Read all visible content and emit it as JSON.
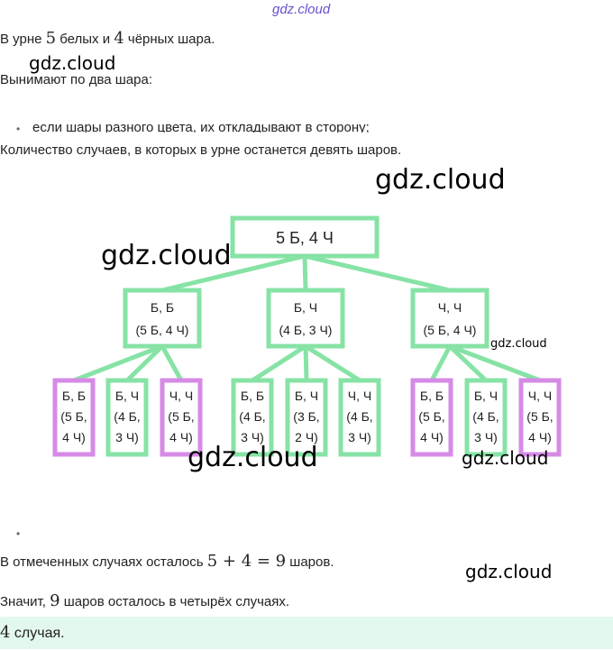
{
  "watermark": "gdz.cloud",
  "intro": {
    "prefix": "В урне ",
    "white": "5",
    "mid": " белых и ",
    "black": "4",
    "suffix": " чёрных шара."
  },
  "draw_rule": "Вынимают по два шара:",
  "bullet_text": "если шары разного цвета, их откладывают в сторону;",
  "question": "Количество случаев, в которых в урне останется девять шаров.",
  "tree": {
    "root": "5 Б, 4 Ч",
    "level1": [
      {
        "pair": "Б, Б",
        "state": "(5 Б, 4 Ч)"
      },
      {
        "pair": "Б, Ч",
        "state": "(4 Б, 3 Ч)"
      },
      {
        "pair": "Ч, Ч",
        "state": "(5 Б, 4 Ч)"
      }
    ],
    "leaves": [
      {
        "pair": "Б, Б",
        "l1": "(5 Б,",
        "l2": "4 Ч)",
        "highlight": true
      },
      {
        "pair": "Б, Ч",
        "l1": "(4 Б,",
        "l2": "3 Ч)",
        "highlight": false
      },
      {
        "pair": "Ч, Ч",
        "l1": "(5 Б,",
        "l2": "4 Ч)",
        "highlight": true
      },
      {
        "pair": "Б, Б",
        "l1": "(4 Б,",
        "l2": "3 Ч)",
        "highlight": false
      },
      {
        "pair": "Б, Ч",
        "l1": "(3 Б,",
        "l2": "2 Ч)",
        "highlight": false
      },
      {
        "pair": "Ч, Ч",
        "l1": "(4 Б,",
        "l2": "3 Ч)",
        "highlight": false
      },
      {
        "pair": "Б, Б",
        "l1": "(5 Б,",
        "l2": "4 Ч)",
        "highlight": true
      },
      {
        "pair": "Б, Ч",
        "l1": "(4 Б,",
        "l2": "3 Ч)",
        "highlight": false
      },
      {
        "pair": "Ч, Ч",
        "l1": "(5 Б,",
        "l2": "4 Ч)",
        "highlight": true
      }
    ],
    "colors": {
      "green": "#86e3a5",
      "purple": "#d68ae6"
    }
  },
  "result": {
    "prefix": "В отмеченных случаях осталось ",
    "expr": "5 + 4 = 9",
    "suffix": " шаров."
  },
  "conclusion": {
    "prefix": "Значит, ",
    "num": "9",
    "suffix": " шаров осталось в четырёх случаях."
  },
  "answer": {
    "num": "4",
    "suffix": " случая."
  }
}
